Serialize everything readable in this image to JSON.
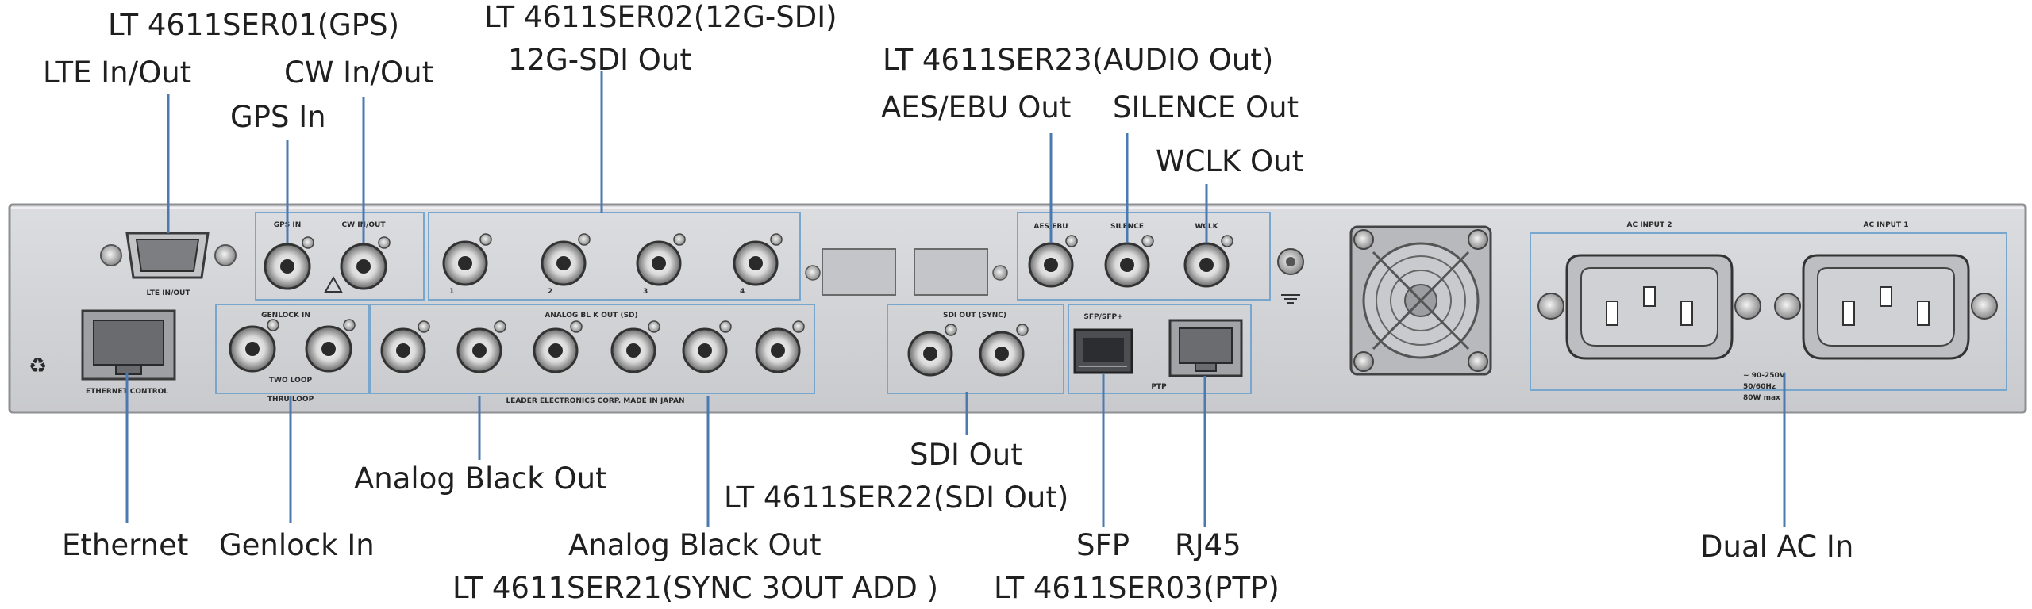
{
  "colors": {
    "panel": "#d3d4d6",
    "panel_edge": "#8e8f92",
    "leader": "#4a7ab0",
    "group_box": "#78a6cc",
    "text": "#1f1f1f"
  },
  "callouts": {
    "ser01": "LT 4611SER01(GPS)",
    "lte": "LTE In/Out",
    "gps": "GPS In",
    "cw": "CW In/Out",
    "ser02": "LT 4611SER02(12G-SDI)",
    "sdi12g": "12G-SDI Out",
    "ser23": "LT 4611SER23(AUDIO Out)",
    "aes": "AES/EBU Out",
    "silence": "SILENCE Out",
    "wclk": "WCLK Out",
    "analog1": "Analog Black Out",
    "sdi_out": "SDI Out",
    "ser22": "LT 4611SER22(SDI Out)",
    "ethernet": "Ethernet",
    "genlock": "Genlock In",
    "analog2": "Analog Black Out",
    "ser21": "LT 4611SER21(SYNC 3OUT ADD )",
    "sfp": "SFP",
    "rj45": "RJ45",
    "ser03": "LT 4611SER03(PTP)",
    "dual_ac": "Dual AC In"
  },
  "panel_labels": {
    "lte_inout": "LTE IN/OUT",
    "gps_in": "GPS IN",
    "cw_inout": "CW IN/OUT",
    "aes_ebu": "AES/EBU",
    "silence": "SILENCE",
    "wclk": "WCLK",
    "genlock_in": "GENLOCK IN",
    "two_loop": "TWO LOOP",
    "thru_loop": "THRU LOOP",
    "analog_bl": "ANALOG BL K OUT (SD)",
    "sdi_out_sync": "SDI OUT (SYNC)",
    "sfp": "SFP/SFP+",
    "ptp": "PTP",
    "ethernet_control": "ETHERNET CONTROL",
    "maker": "LEADER ELECTRONICS CORP. MADE IN JAPAN",
    "ac_input_2": "AC INPUT 2",
    "ac_input_1": "AC INPUT 1",
    "voltage": "~ 90-250V",
    "freq": "50/60Hz",
    "watt": "80W max",
    "num1": "1",
    "num2": "2",
    "num3": "3",
    "num4": "4"
  }
}
